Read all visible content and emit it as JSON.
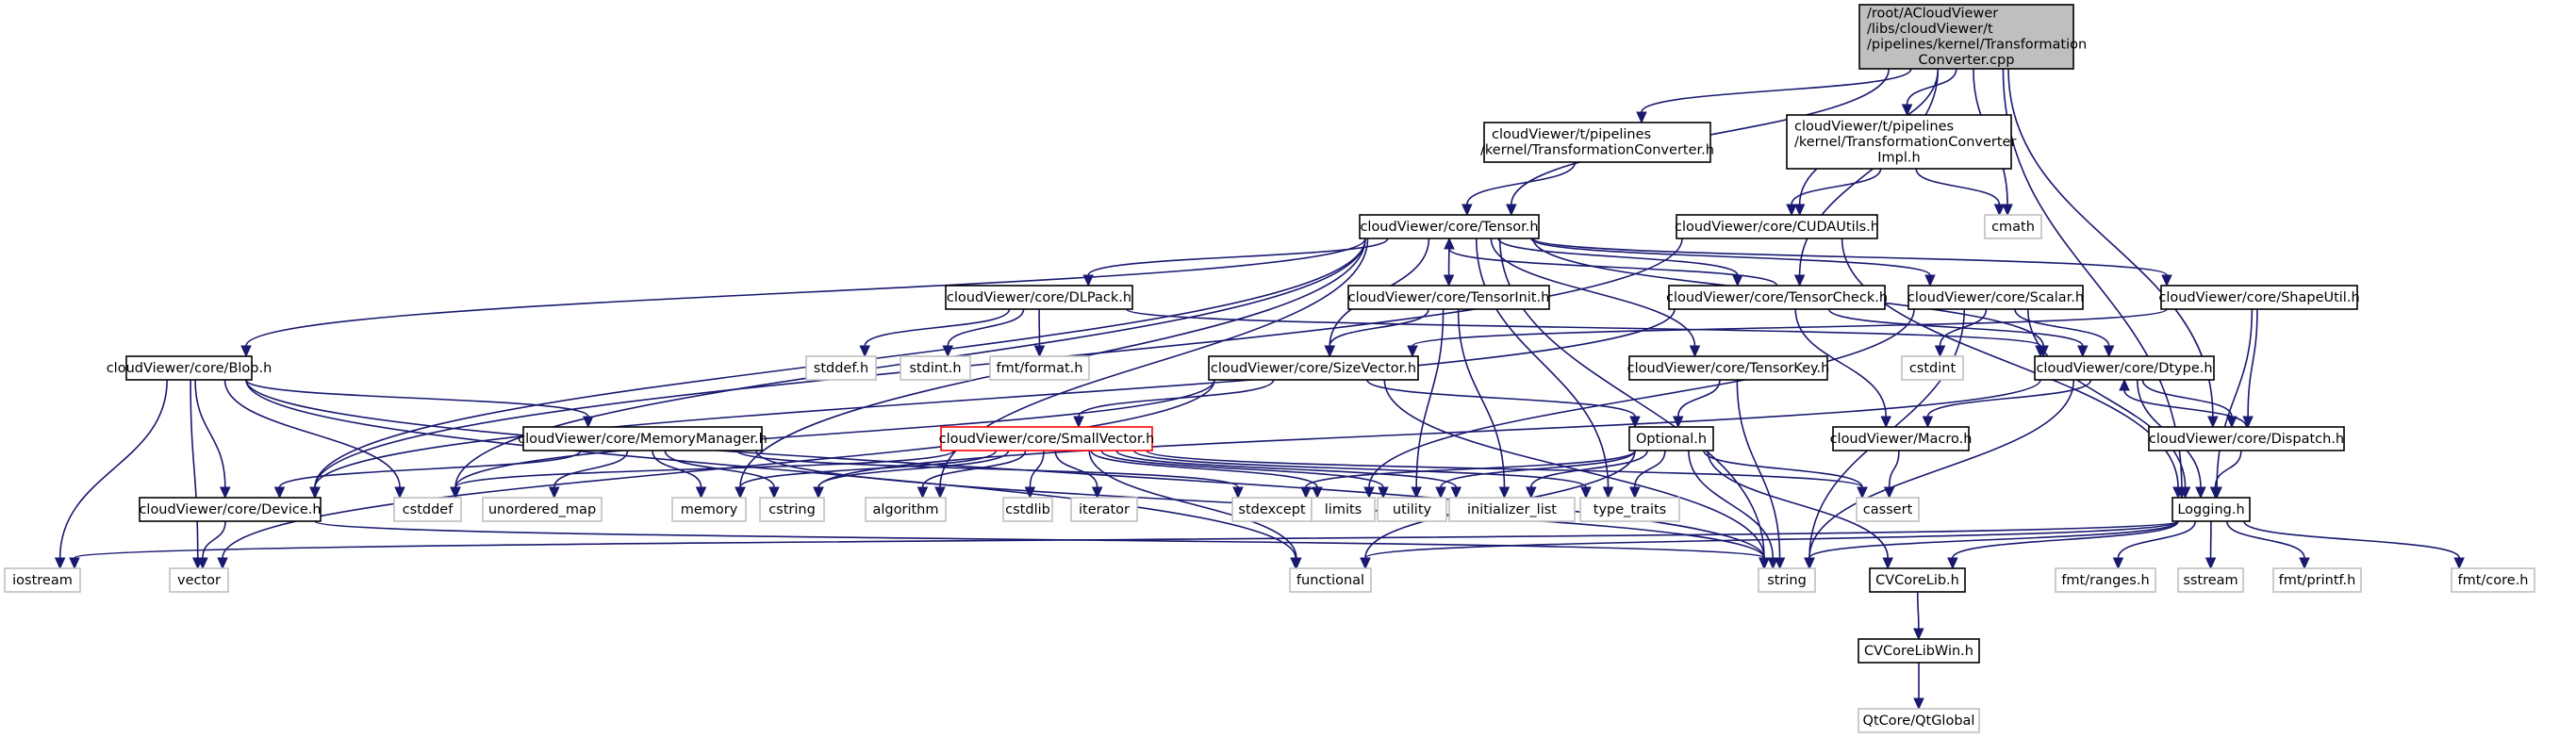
{
  "title": "Include dependency graph for TransformationConverter.cpp",
  "colors": {
    "edge": "#191970",
    "root_fill": "#bfbfbf",
    "node_border": "#000000",
    "system_border": "#bfbfbf",
    "missing_border": "#ff0000"
  },
  "nodes": [
    {
      "id": "root",
      "kind": "root",
      "lines": [
        "/root/ACloudViewer",
        "/libs/cloudViewer/t",
        "/pipelines/kernel/Transformation",
        "Converter.cpp"
      ]
    },
    {
      "id": "tc_h",
      "kind": "file",
      "lines": [
        "cloudViewer/t/pipelines",
        "/kernel/TransformationConverter.h"
      ]
    },
    {
      "id": "tc_impl",
      "kind": "file",
      "lines": [
        "cloudViewer/t/pipelines",
        "/kernel/TransformationConverter",
        "Impl.h"
      ]
    },
    {
      "id": "tensor",
      "kind": "file",
      "lines": [
        "cloudViewer/core/Tensor.h"
      ]
    },
    {
      "id": "cudautils",
      "kind": "file",
      "lines": [
        "cloudViewer/core/CUDAUtils.h"
      ]
    },
    {
      "id": "cmath",
      "kind": "sys",
      "lines": [
        "cmath"
      ]
    },
    {
      "id": "blob",
      "kind": "file",
      "lines": [
        "cloudViewer/core/Blob.h"
      ]
    },
    {
      "id": "dlpack",
      "kind": "file",
      "lines": [
        "cloudViewer/core/DLPack.h"
      ]
    },
    {
      "id": "tensorinit",
      "kind": "file",
      "lines": [
        "cloudViewer/core/TensorInit.h"
      ]
    },
    {
      "id": "tensorcheck",
      "kind": "file",
      "lines": [
        "cloudViewer/core/TensorCheck.h"
      ]
    },
    {
      "id": "scalar",
      "kind": "file",
      "lines": [
        "cloudViewer/core/Scalar.h"
      ]
    },
    {
      "id": "shapeutil",
      "kind": "file",
      "lines": [
        "cloudViewer/core/ShapeUtil.h"
      ]
    },
    {
      "id": "stddef_h",
      "kind": "sys",
      "lines": [
        "stddef.h"
      ]
    },
    {
      "id": "stdint_h",
      "kind": "sys",
      "lines": [
        "stdint.h"
      ]
    },
    {
      "id": "fmt_format",
      "kind": "sys",
      "lines": [
        "fmt/format.h"
      ]
    },
    {
      "id": "sizevector",
      "kind": "file",
      "lines": [
        "cloudViewer/core/SizeVector.h"
      ]
    },
    {
      "id": "tensorkey",
      "kind": "file",
      "lines": [
        "cloudViewer/core/TensorKey.h"
      ]
    },
    {
      "id": "cstdint",
      "kind": "sys",
      "lines": [
        "cstdint"
      ]
    },
    {
      "id": "dtype",
      "kind": "file",
      "lines": [
        "cloudViewer/core/Dtype.h"
      ]
    },
    {
      "id": "memorymanager",
      "kind": "file",
      "lines": [
        "cloudViewer/core/MemoryManager.h"
      ]
    },
    {
      "id": "smallvector",
      "kind": "missing",
      "lines": [
        "cloudViewer/core/SmallVector.h"
      ]
    },
    {
      "id": "optional",
      "kind": "file",
      "lines": [
        "Optional.h"
      ]
    },
    {
      "id": "macro",
      "kind": "file",
      "lines": [
        "cloudViewer/Macro.h"
      ]
    },
    {
      "id": "dispatch",
      "kind": "file",
      "lines": [
        "cloudViewer/core/Dispatch.h"
      ]
    },
    {
      "id": "device",
      "kind": "file",
      "lines": [
        "cloudViewer/core/Device.h"
      ]
    },
    {
      "id": "cstddef",
      "kind": "sys",
      "lines": [
        "cstddef"
      ]
    },
    {
      "id": "unordered_map",
      "kind": "sys",
      "lines": [
        "unordered_map"
      ]
    },
    {
      "id": "memory",
      "kind": "sys",
      "lines": [
        "memory"
      ]
    },
    {
      "id": "cstring",
      "kind": "sys",
      "lines": [
        "cstring"
      ]
    },
    {
      "id": "algorithm",
      "kind": "sys",
      "lines": [
        "algorithm"
      ]
    },
    {
      "id": "cstdlib",
      "kind": "sys",
      "lines": [
        "cstdlib"
      ]
    },
    {
      "id": "iterator",
      "kind": "sys",
      "lines": [
        "iterator"
      ]
    },
    {
      "id": "stdexcept",
      "kind": "sys",
      "lines": [
        "stdexcept"
      ]
    },
    {
      "id": "limits",
      "kind": "sys",
      "lines": [
        "limits"
      ]
    },
    {
      "id": "utility",
      "kind": "sys",
      "lines": [
        "utility"
      ]
    },
    {
      "id": "initializer_list",
      "kind": "sys",
      "lines": [
        "initializer_list"
      ]
    },
    {
      "id": "type_traits",
      "kind": "sys",
      "lines": [
        "type_traits"
      ]
    },
    {
      "id": "cassert",
      "kind": "sys",
      "lines": [
        "cassert"
      ]
    },
    {
      "id": "logging",
      "kind": "file",
      "lines": [
        "Logging.h"
      ]
    },
    {
      "id": "iostream",
      "kind": "sys",
      "lines": [
        "iostream"
      ]
    },
    {
      "id": "vector",
      "kind": "sys",
      "lines": [
        "vector"
      ]
    },
    {
      "id": "functional",
      "kind": "sys",
      "lines": [
        "functional"
      ]
    },
    {
      "id": "string",
      "kind": "sys",
      "lines": [
        "string"
      ]
    },
    {
      "id": "cvcorelib",
      "kind": "file",
      "lines": [
        "CVCoreLib.h"
      ]
    },
    {
      "id": "fmt_ranges",
      "kind": "sys",
      "lines": [
        "fmt/ranges.h"
      ]
    },
    {
      "id": "sstream",
      "kind": "sys",
      "lines": [
        "sstream"
      ]
    },
    {
      "id": "fmt_printf",
      "kind": "sys",
      "lines": [
        "fmt/printf.h"
      ]
    },
    {
      "id": "fmt_core",
      "kind": "sys",
      "lines": [
        "fmt/core.h"
      ]
    },
    {
      "id": "cvcorelibwin",
      "kind": "file",
      "lines": [
        "CVCoreLibWin.h"
      ]
    },
    {
      "id": "qtglobal",
      "kind": "sys",
      "lines": [
        "QtCore/QtGlobal"
      ]
    }
  ],
  "edges": [
    [
      "root",
      "tc_h"
    ],
    [
      "root",
      "tc_impl"
    ],
    [
      "root",
      "tensor"
    ],
    [
      "root",
      "cudautils"
    ],
    [
      "root",
      "cmath"
    ],
    [
      "root",
      "tensorcheck"
    ],
    [
      "root",
      "dispatch"
    ],
    [
      "root",
      "logging"
    ],
    [
      "tc_h",
      "tensor"
    ],
    [
      "tc_impl",
      "cudautils"
    ],
    [
      "tc_impl",
      "cmath"
    ],
    [
      "cudautils",
      "device"
    ],
    [
      "cudautils",
      "logging"
    ],
    [
      "tensor",
      "blob"
    ],
    [
      "tensor",
      "dlpack"
    ],
    [
      "tensor",
      "tensorinit"
    ],
    [
      "tensor",
      "tensorcheck"
    ],
    [
      "tensor",
      "scalar"
    ],
    [
      "tensor",
      "shapeutil"
    ],
    [
      "tensor",
      "sizevector"
    ],
    [
      "tensor",
      "tensorkey"
    ],
    [
      "tensor",
      "dtype"
    ],
    [
      "tensor",
      "device"
    ],
    [
      "tensor",
      "cstddef"
    ],
    [
      "tensor",
      "memory"
    ],
    [
      "tensor",
      "algorithm"
    ],
    [
      "tensor",
      "string"
    ],
    [
      "tensor",
      "type_traits"
    ],
    [
      "tensorcheck",
      "tensor"
    ],
    [
      "tensorcheck",
      "device"
    ],
    [
      "tensorcheck",
      "dtype"
    ],
    [
      "tensorcheck",
      "macro"
    ],
    [
      "blob",
      "memorymanager"
    ],
    [
      "blob",
      "device"
    ],
    [
      "blob",
      "cstddef"
    ],
    [
      "blob",
      "iostream"
    ],
    [
      "blob",
      "functional"
    ],
    [
      "blob",
      "string"
    ],
    [
      "blob",
      "vector"
    ],
    [
      "dlpack",
      "stddef_h"
    ],
    [
      "dlpack",
      "stdint_h"
    ],
    [
      "dlpack",
      "fmt_format"
    ],
    [
      "dlpack",
      "dtype"
    ],
    [
      "tensorinit",
      "sizevector"
    ],
    [
      "tensorinit",
      "initializer_list"
    ],
    [
      "tensorinit",
      "utility"
    ],
    [
      "scalar",
      "cstdint"
    ],
    [
      "scalar",
      "dtype"
    ],
    [
      "scalar",
      "logging"
    ],
    [
      "scalar",
      "limits"
    ],
    [
      "scalar",
      "string"
    ],
    [
      "shapeutil",
      "sizevector"
    ],
    [
      "shapeutil",
      "dispatch"
    ],
    [
      "shapeutil",
      "logging"
    ],
    [
      "sizevector",
      "smallvector"
    ],
    [
      "sizevector",
      "optional"
    ],
    [
      "sizevector",
      "cstddef"
    ],
    [
      "sizevector",
      "vector"
    ],
    [
      "sizevector",
      "string"
    ],
    [
      "tensorkey",
      "optional"
    ],
    [
      "tensorkey",
      "string"
    ],
    [
      "dtype",
      "macro"
    ],
    [
      "dtype",
      "dispatch"
    ],
    [
      "dtype",
      "logging"
    ],
    [
      "dtype",
      "string"
    ],
    [
      "dtype",
      "cstring"
    ],
    [
      "dispatch",
      "dtype"
    ],
    [
      "dispatch",
      "logging"
    ],
    [
      "memorymanager",
      "device"
    ],
    [
      "memorymanager",
      "unordered_map"
    ],
    [
      "memorymanager",
      "memory"
    ],
    [
      "memorymanager",
      "cstring"
    ],
    [
      "memorymanager",
      "stdexcept"
    ],
    [
      "memorymanager",
      "string"
    ],
    [
      "smallvector",
      "cstddef"
    ],
    [
      "smallvector",
      "memory"
    ],
    [
      "smallvector",
      "cstring"
    ],
    [
      "smallvector",
      "algorithm"
    ],
    [
      "smallvector",
      "cstdlib"
    ],
    [
      "smallvector",
      "iterator"
    ],
    [
      "smallvector",
      "limits"
    ],
    [
      "smallvector",
      "utility"
    ],
    [
      "smallvector",
      "initializer_list"
    ],
    [
      "smallvector",
      "type_traits"
    ],
    [
      "smallvector",
      "cassert"
    ],
    [
      "smallvector",
      "functional"
    ],
    [
      "optional",
      "stdexcept"
    ],
    [
      "optional",
      "utility"
    ],
    [
      "optional",
      "initializer_list"
    ],
    [
      "optional",
      "type_traits"
    ],
    [
      "optional",
      "cassert"
    ],
    [
      "optional",
      "string"
    ],
    [
      "optional",
      "functional"
    ],
    [
      "optional",
      "cvcorelib"
    ],
    [
      "macro",
      "cassert"
    ],
    [
      "device",
      "vector"
    ],
    [
      "device",
      "string"
    ],
    [
      "logging",
      "functional"
    ],
    [
      "logging",
      "string"
    ],
    [
      "logging",
      "cvcorelib"
    ],
    [
      "logging",
      "fmt_ranges"
    ],
    [
      "logging",
      "sstream"
    ],
    [
      "logging",
      "fmt_printf"
    ],
    [
      "logging",
      "fmt_core"
    ],
    [
      "logging",
      "iostream"
    ],
    [
      "cvcorelib",
      "cvcorelibwin"
    ],
    [
      "cvcorelibwin",
      "qtglobal"
    ]
  ]
}
